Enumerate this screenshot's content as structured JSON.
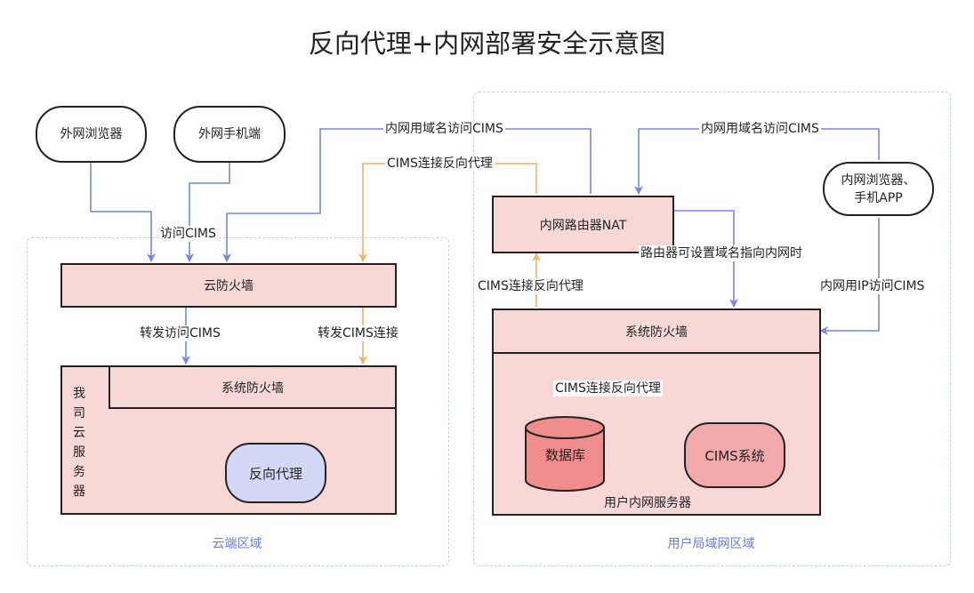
{
  "title": "反向代理+内网部署安全示意图",
  "zones": {
    "cloud": "云端区域",
    "lan": "用户局域网区域"
  },
  "nodes": {
    "ext_browser": "外网浏览器",
    "ext_mobile": "外网手机端",
    "cloud_firewall": "云防火墙",
    "my_cloud_server": "我司云服务器",
    "cloud_sys_firewall": "系统防火墙",
    "reverse_proxy": "反向代理",
    "router_nat": "内网路由器NAT",
    "lan_client": "内网浏览器、手机APP",
    "lan_sys_firewall": "系统防火墙",
    "database": "数据库",
    "cims_system": "CIMS系统",
    "lan_server": "用户内网服务器"
  },
  "edges": {
    "access_cims": "访问CIMS",
    "lan_domain_access_1": "内网用域名访问CIMS",
    "lan_domain_access_2": "内网用域名访问CIMS",
    "cims_reverse_top": "CIMS连接反向代理",
    "forward_access": "转发访问CIMS",
    "forward_cims_conn": "转发CIMS连接",
    "router_domain_note": "路由器可设置域名指向内网时",
    "lan_ip_access": "内网用IP访问CIMS",
    "cims_reverse_mid": "CIMS连接反向代理",
    "cims_reverse_inner": "CIMS连接反向代理"
  },
  "colors": {
    "blue_line": "#7b84e6",
    "orange_line": "#f5b06a",
    "dark_line": "#333333",
    "zone_border": "#c9cdea",
    "pink_fill": "#f8d7d7",
    "proxy_fill": "#d4d8f7",
    "cims_fill": "#f2a9a9",
    "db_fill": "#ef8d8d"
  }
}
